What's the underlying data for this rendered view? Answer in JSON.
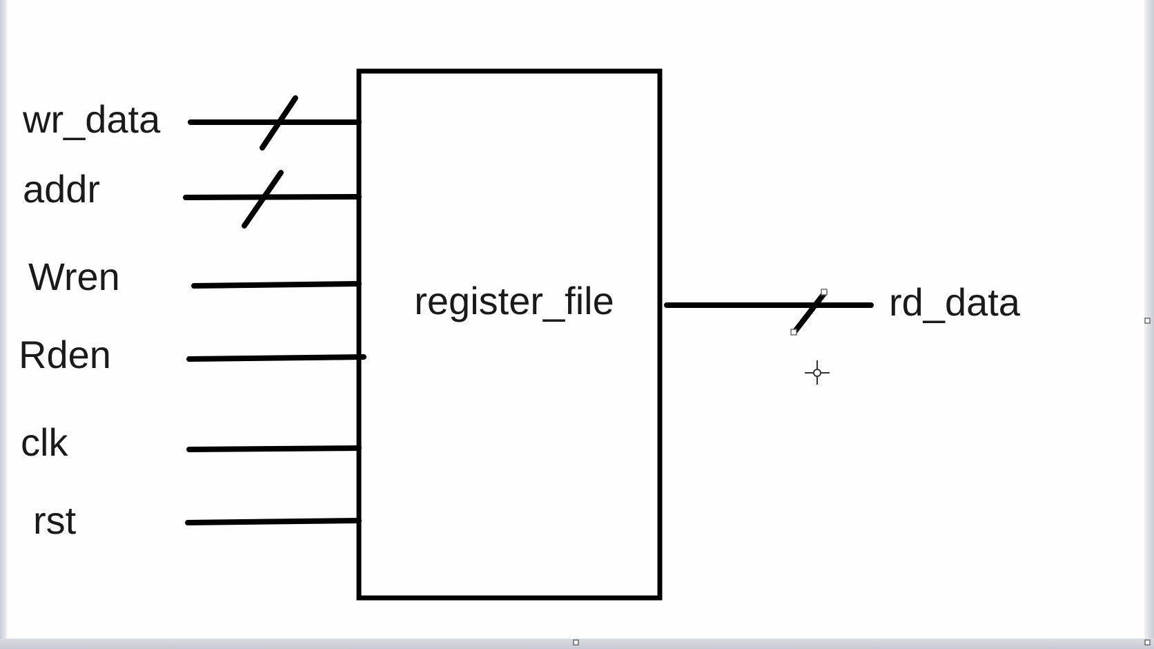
{
  "block": {
    "name": "register_file"
  },
  "inputs": [
    {
      "label": "wr_data",
      "bus": true
    },
    {
      "label": "addr",
      "bus": true
    },
    {
      "label": "Wren",
      "bus": false
    },
    {
      "label": "Rden",
      "bus": false
    },
    {
      "label": "clk",
      "bus": false
    },
    {
      "label": "rst",
      "bus": false
    }
  ],
  "outputs": [
    {
      "label": "rd_data",
      "bus": true
    }
  ],
  "colors": {
    "line": "#000000",
    "background": "#fefefe",
    "text": "#1a1a1a"
  },
  "icons": {
    "cursor": "crosshair-move-cursor-icon"
  }
}
